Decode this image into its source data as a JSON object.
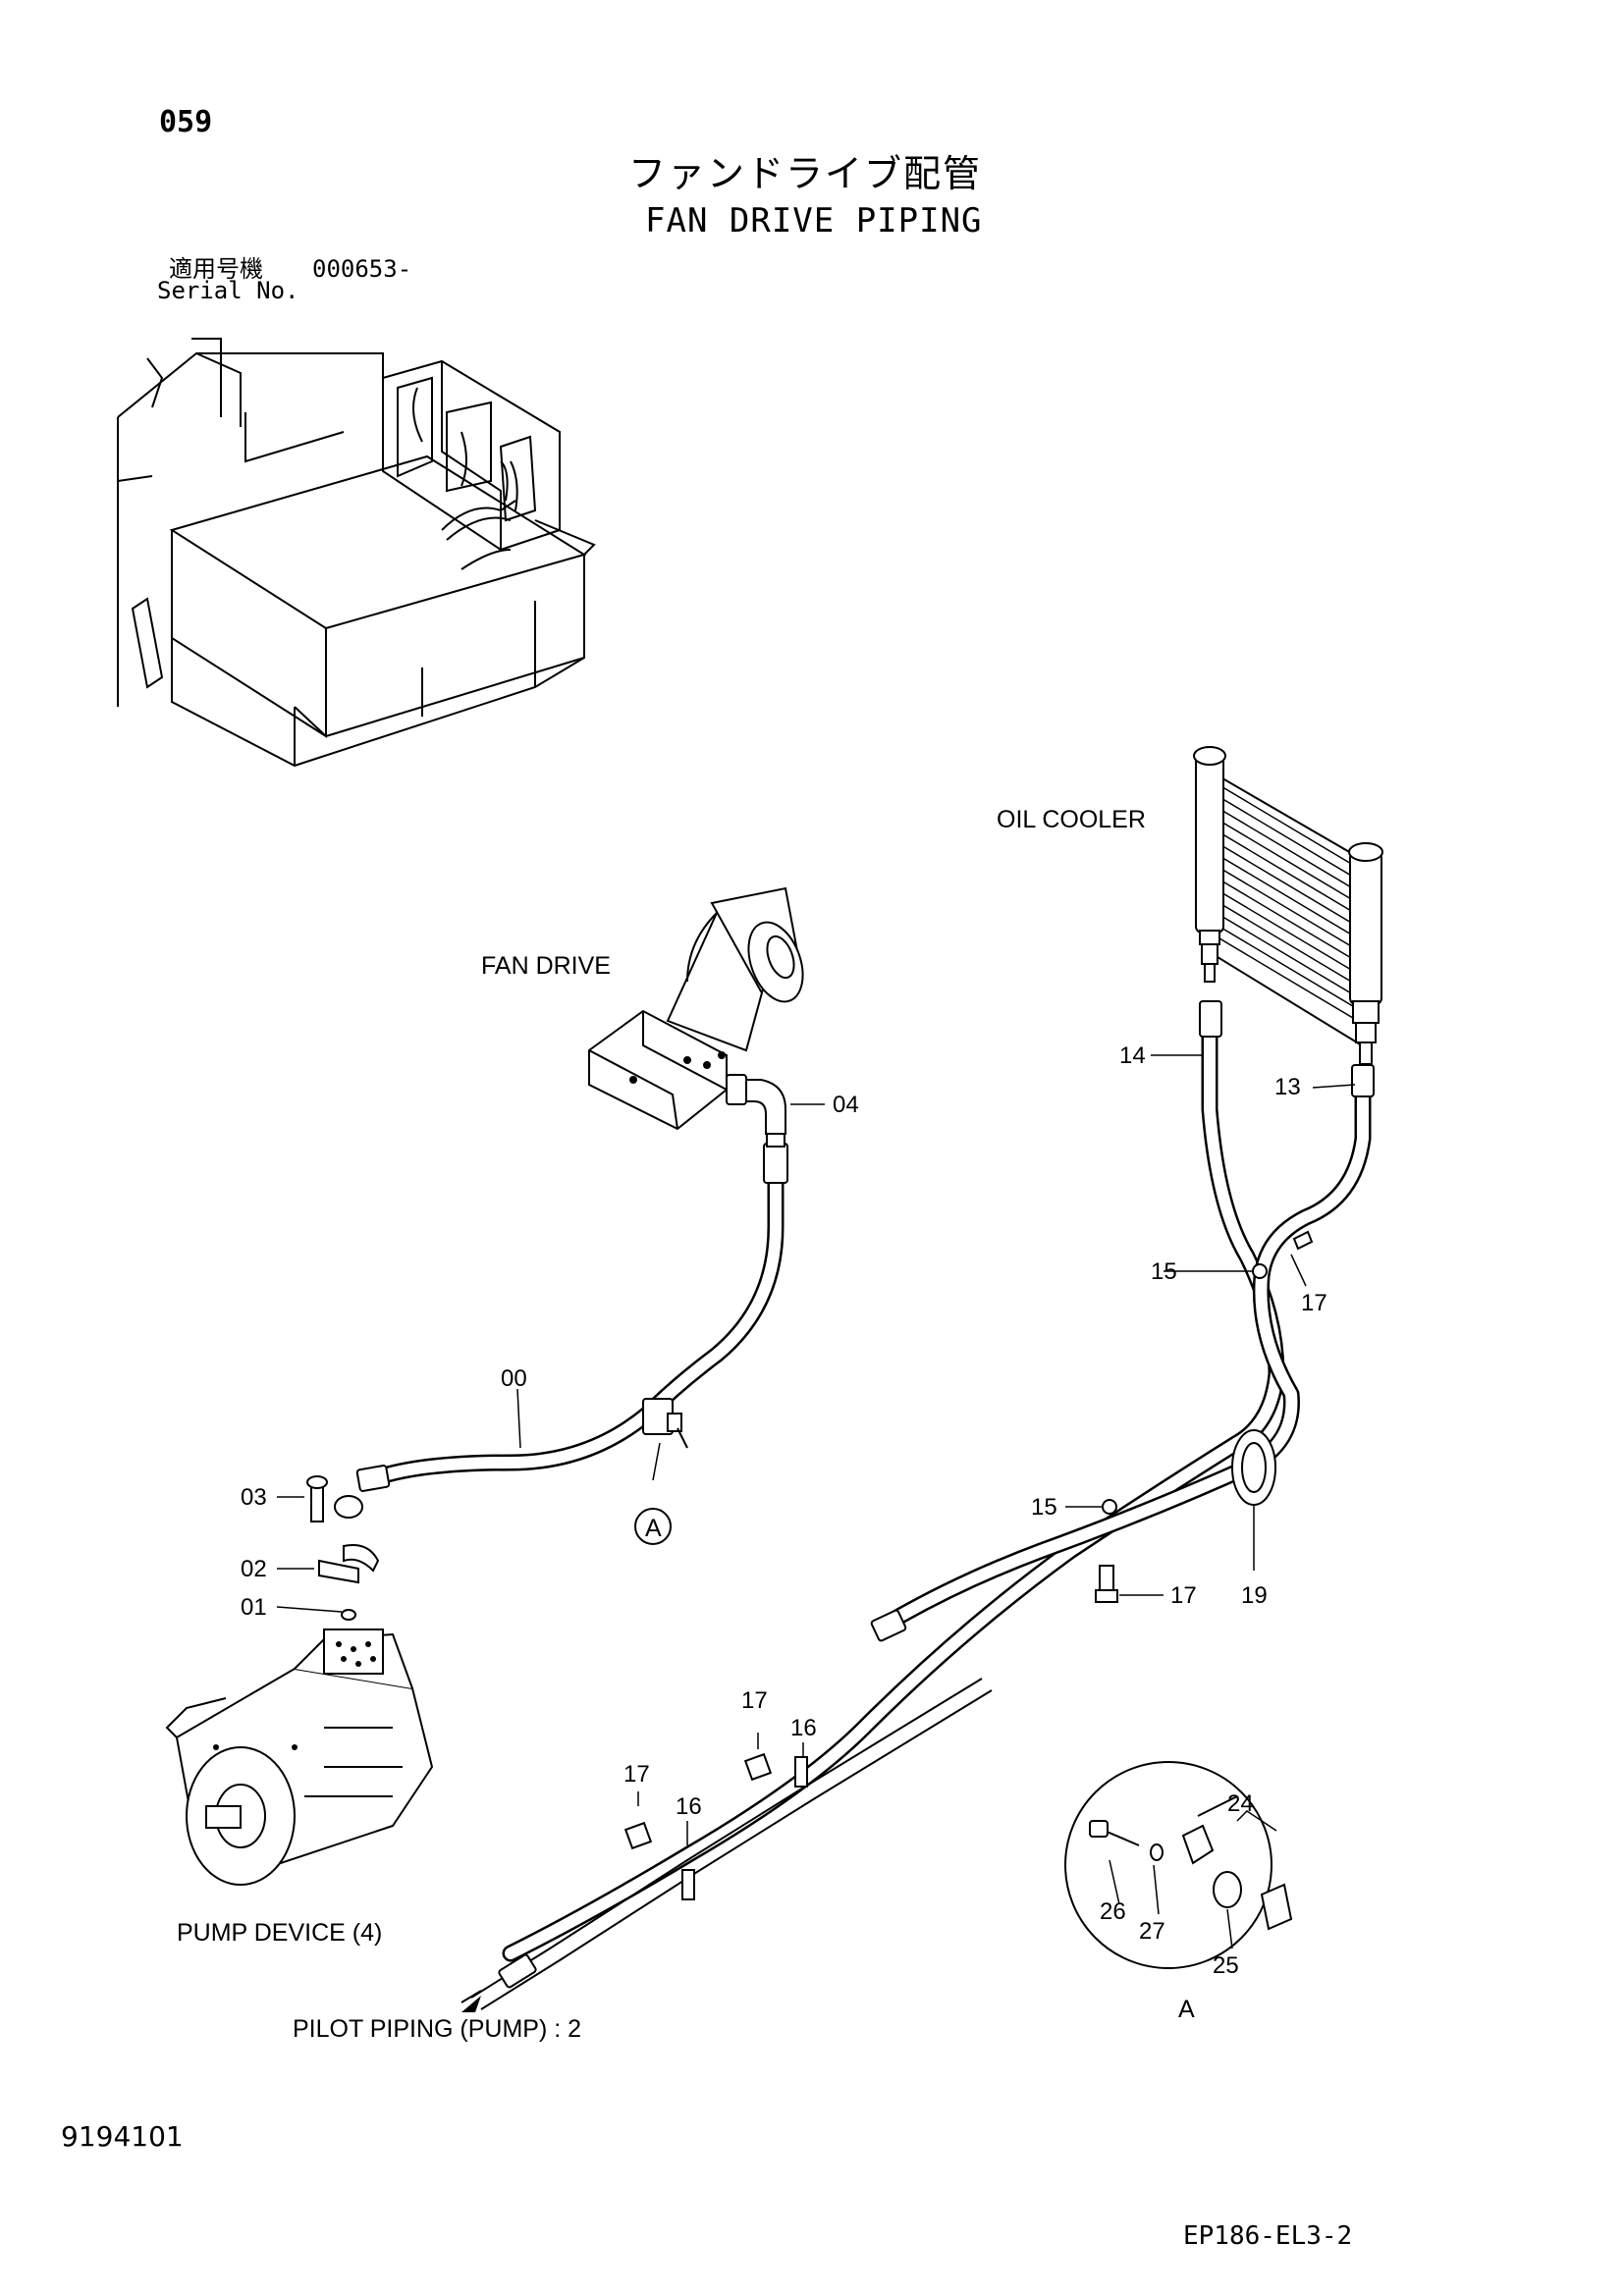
{
  "header": {
    "page_number": "059",
    "title_jp": "ファンドライブ配管",
    "title_en": "FAN DRIVE PIPING",
    "serial_label_jp": "適用号機",
    "serial_value": "000653-",
    "serial_label_en": "Serial No."
  },
  "labels": {
    "oil_cooler": "OIL COOLER",
    "fan_drive": "FAN DRIVE",
    "pump_device": "PUMP DEVICE (4)",
    "pilot_piping": "PILOT PIPING (PUMP) : 2",
    "detail_ref": "A",
    "detail_ref_circle": "A"
  },
  "part_numbers": {
    "p00": "00",
    "p01": "01",
    "p02": "02",
    "p03": "03",
    "p04": "04",
    "p13": "13",
    "p14": "14",
    "p15a": "15",
    "p15b": "15",
    "p16a": "16",
    "p16b": "16",
    "p17a": "17",
    "p17b": "17",
    "p17c": "17",
    "p17d": "17",
    "p19": "19",
    "p24": "24",
    "p25": "25",
    "p26": "26",
    "p27": "27"
  },
  "footer": {
    "doc_number": "9194101",
    "ref_code": "EP186-EL3-2"
  }
}
